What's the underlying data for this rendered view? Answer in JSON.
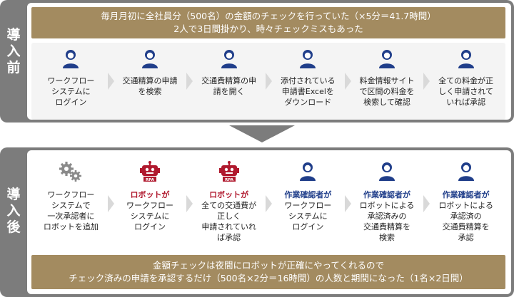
{
  "before": {
    "label": [
      "導",
      "入",
      "前"
    ],
    "banner": [
      "毎月月初に全社員分（500名）の金額のチェックを行っていた（×5分＝41.7時間）",
      "2人で3日間掛かり、時々チェックミスもあった"
    ],
    "steps": [
      {
        "icon": "person-icon",
        "lines": [
          "ワークフロー",
          "システムに",
          "ログイン"
        ]
      },
      {
        "icon": "person-icon",
        "lines": [
          "交通精算の申請",
          "を検索"
        ]
      },
      {
        "icon": "person-icon",
        "lines": [
          "交通費精算の申",
          "請を開く"
        ]
      },
      {
        "icon": "person-icon",
        "lines": [
          "添付されている",
          "申請書Excelを",
          "ダウンロード"
        ]
      },
      {
        "icon": "person-icon",
        "lines": [
          "料金情報サイト",
          "で区間の料金を",
          "検索して確認"
        ]
      },
      {
        "icon": "person-icon",
        "lines": [
          "全ての料金が正",
          "しく申請されて",
          "いれば承認"
        ]
      }
    ]
  },
  "after": {
    "label": [
      "導",
      "入",
      "後"
    ],
    "banner": [
      "金額チェックは夜間にロボットが正確にやってくれるので",
      "チェック済みの申請を承認するだけ（500名×2分＝16時間）の人数と期間になった（1名×2日間）"
    ],
    "steps": [
      {
        "icon": "gears-icon",
        "role": "",
        "lines": [
          "ワークフロー",
          "システムで",
          "一次承認者に",
          "ロボットを追加"
        ]
      },
      {
        "icon": "robot-icon",
        "role": "ロボットが",
        "lines": [
          "ワークフロー",
          "システムに",
          "ログイン"
        ]
      },
      {
        "icon": "robot-icon",
        "role": "ロボットが",
        "lines": [
          "全ての交通費が",
          "正しく",
          "申請されていれ",
          "ば承認"
        ]
      },
      {
        "icon": "person-icon",
        "role": "作業確認者が",
        "lines": [
          "ワークフロー",
          "システムに",
          "ログイン"
        ]
      },
      {
        "icon": "person-icon",
        "role": "作業確認者が",
        "lines": [
          "ロボットによる",
          "承認済みの",
          "交通費精算を",
          "検索"
        ]
      },
      {
        "icon": "person-icon",
        "role": "作業確認者が",
        "lines": [
          "ロボットによる",
          "承認済の",
          "交通費精算を",
          "承認"
        ]
      }
    ]
  },
  "colors": {
    "gray": "#7c7c7c",
    "gold": "#a38b60",
    "navy": "#203e8a",
    "red": "#b0192e"
  },
  "robot_badge": "RPA"
}
